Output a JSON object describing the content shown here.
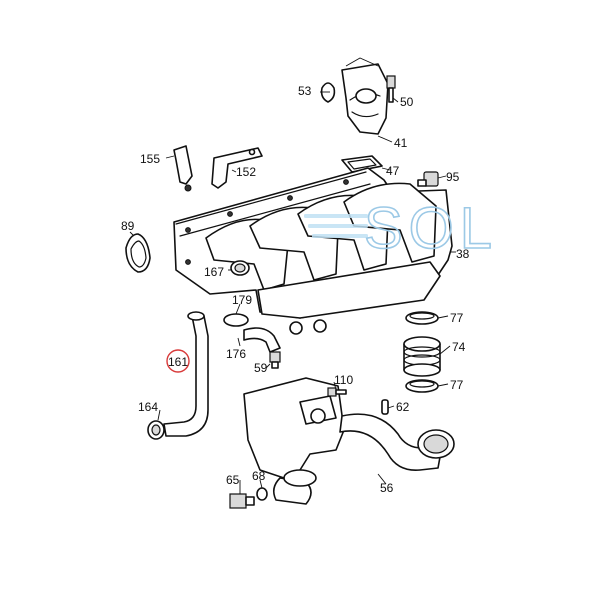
{
  "watermark": {
    "text": "SOL",
    "color": "#9cc9e6"
  },
  "highlight": {
    "part": "161",
    "color": "#d83a3a"
  },
  "callouts": {
    "p53": "53",
    "p50": "50",
    "p41": "41",
    "p47": "47",
    "p95": "95",
    "p155": "155",
    "p152": "152",
    "p89": "89",
    "p38": "38",
    "p167": "167",
    "p179": "179",
    "p77a": "77",
    "p74": "74",
    "p77b": "77",
    "p161": "161",
    "p176": "176",
    "p59": "59",
    "p110": "110",
    "p62": "62",
    "p164": "164",
    "p65": "65",
    "p68": "68",
    "p56": "56"
  }
}
